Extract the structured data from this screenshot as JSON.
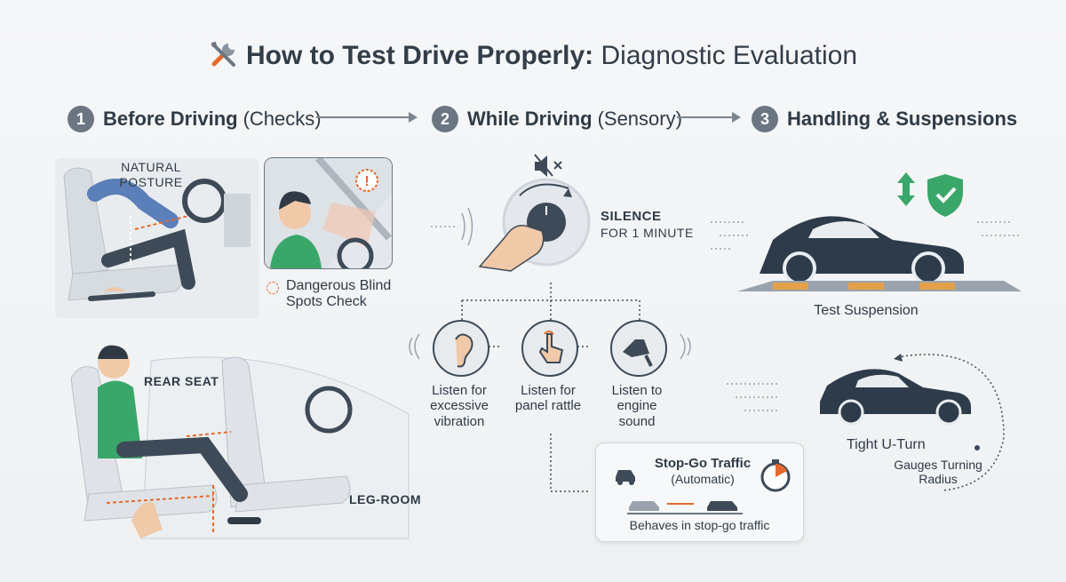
{
  "title": {
    "bold": "How to Test Drive Properly:",
    "light": "Diagnostic Evaluation"
  },
  "steps": [
    {
      "num": "1",
      "bold": "Before Driving",
      "light": "(Checks)"
    },
    {
      "num": "2",
      "bold": "While Driving",
      "light": "(Sensory)"
    },
    {
      "num": "3",
      "bold": "Handling & Suspensions",
      "light": ""
    }
  ],
  "before": {
    "posture": "NATURAL POSTURE",
    "blind_spot": "Dangerous Blind Spots Check",
    "rear_seat": "REAR SEAT",
    "leg_room": "LEG-ROOM"
  },
  "while": {
    "silence_title": "SILENCE",
    "silence_sub": "FOR 1 MINUTE",
    "listen": [
      "Listen for excessive vibration",
      "Listen for panel rattle",
      "Listen to engine sound"
    ],
    "stopgo_title": "Stop-Go Traffic",
    "stopgo_sub": "(Automatic)",
    "stopgo_caption": "Behaves in stop-go traffic"
  },
  "handling": {
    "suspension": "Test Suspension",
    "uturn": "Tight U-Turn",
    "gauges": "Gauges Turning Radius"
  },
  "colors": {
    "accent": "#e4692d",
    "dark": "#2f3a45",
    "green": "#3aa76a",
    "car": "#2d3b4b"
  }
}
